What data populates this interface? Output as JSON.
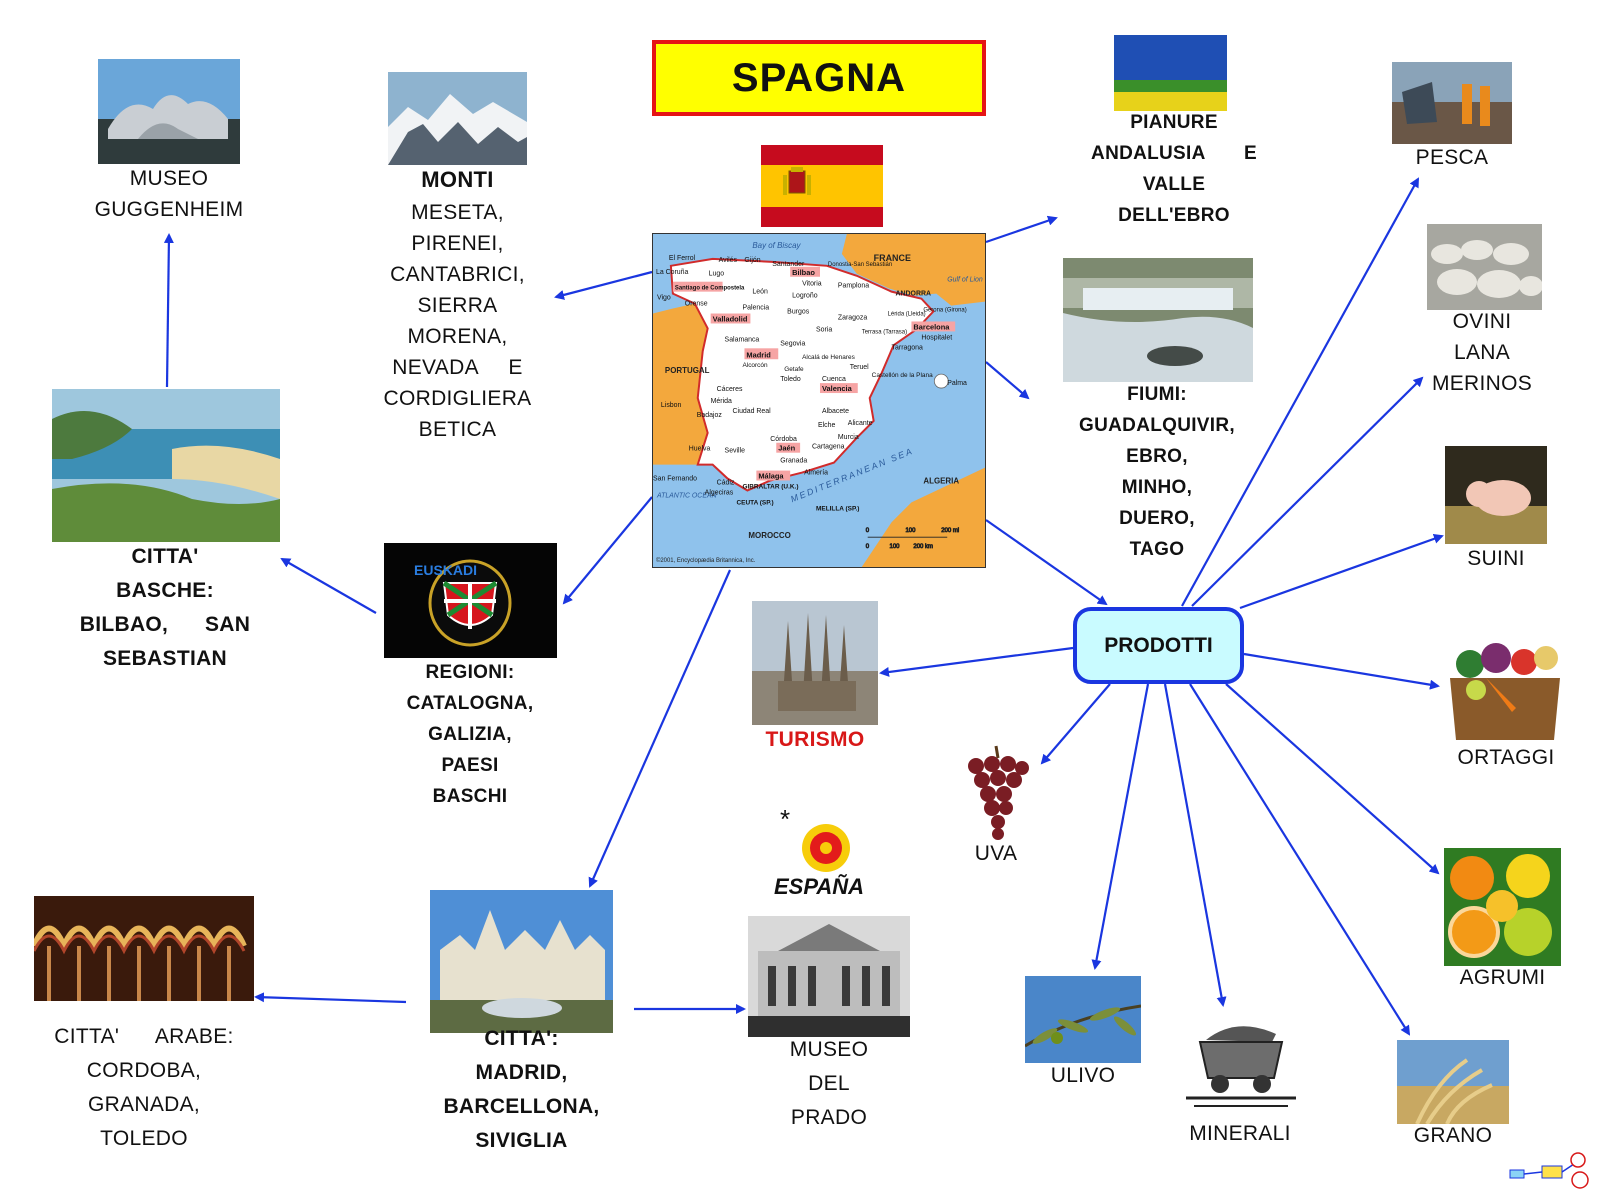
{
  "title": "SPAGNA",
  "hub": "PRODOTTI",
  "colors": {
    "arrow": "#1a36e0",
    "title_fill": "#ffff00",
    "title_border": "#e51515",
    "hub_fill": "#c9fbff",
    "turismo": "#d81818"
  },
  "nodes": {
    "museo_guggenheim": [
      "MUSEO",
      "GUGGENHEIM"
    ],
    "monti_title": "MONTI",
    "monti": [
      "MESETA,",
      "PIRENEI,",
      "CANTABRICI,",
      "SIERRA",
      "MORENA,",
      "NEVADA     E",
      "CORDIGLIERA",
      "BETICA"
    ],
    "pianure": [
      "PIANURE",
      "ANDALUSIA       E",
      "VALLE",
      "DELL'EBRO"
    ],
    "fiumi": [
      "FIUMI:",
      "GUADALQUIVIR,",
      "EBRO,",
      "MINHO,",
      "DUERO,",
      "TAGO"
    ],
    "citta_basche": [
      "CITTA'",
      "BASCHE:",
      "BILBAO,      SAN",
      "SEBASTIAN"
    ],
    "regioni": [
      "REGIONI:",
      "CATALOGNA,",
      "GALIZIA,",
      "PAESI",
      "BASCHI"
    ],
    "turismo": "TURISMO",
    "citta": [
      "CITTA':",
      "MADRID,",
      "BARCELLONA,",
      "SIVIGLIA"
    ],
    "citta_arabe": [
      "CITTA'      ARABE:",
      "CORDOBA,",
      "GRANADA,",
      "TOLEDO"
    ],
    "museo_prado": [
      "MUSEO",
      "DEL",
      "PRADO"
    ],
    "espana_logo": "ESPAÑA"
  },
  "products": {
    "pesca": "PESCA",
    "ovini": [
      "OVINI",
      "LANA",
      "MERINOS"
    ],
    "suini": "SUINI",
    "ortaggi": "ORTAGGI",
    "agrumi": "AGRUMI",
    "grano": "GRANO",
    "minerali": "MINERALI",
    "ulivo": "ULIVO",
    "uva": "UVA"
  },
  "map": {
    "copyright": "©2001, Encyclopædia Britannica, Inc.",
    "countries": [
      "FRANCE",
      "PORTUGAL",
      "ANDORRA",
      "ALGERIA",
      "MOROCCO"
    ],
    "seas": [
      "Bay of Biscay",
      "MEDITERRANEAN SEA",
      "ATLANTIC OCEAN",
      "Gulf of Lion"
    ],
    "capitals": [
      "Bilbao",
      "Santiago de Compostela",
      "Valladolid",
      "Madrid",
      "Barcelona",
      "Valencia",
      "Jaén",
      "Málaga"
    ],
    "cities": [
      "El Ferrol",
      "Avilés",
      "Gijón",
      "Santander",
      "Donostia-San Sebastián",
      "La Coruña",
      "Lugo",
      "Vitoria",
      "Pamplona",
      "Vigo",
      "Orense",
      "León",
      "Logroño",
      "Burgos",
      "Palencia",
      "Zaragoza",
      "Lérida (Lleida)",
      "Gerona (Girona)",
      "Soria",
      "Salamanca",
      "Segovia",
      "Tarragona",
      "Hospitalet",
      "Terrasa (Tarrasa)",
      "Alcalá de Henares",
      "Alcorcón",
      "Getafe",
      "Toledo",
      "Cuenca",
      "Teruel",
      "Castellón de la Plana",
      "Palma",
      "Cáceres",
      "Mérida",
      "Ciudad Real",
      "Albacete",
      "Lisbon",
      "Badajoz",
      "Elche",
      "Alicante",
      "Córdoba",
      "Murcia",
      "Huelva",
      "Seville",
      "Cartagena",
      "Granada",
      "Almería",
      "San Fernando",
      "Cádiz",
      "Algeciras",
      "GIBRALTAR (U.K.)",
      "CEUTA (SP.)",
      "MELILLA (SP.)"
    ],
    "scale": [
      "0",
      "100",
      "200 mi",
      "0",
      "100",
      "200 km"
    ]
  }
}
